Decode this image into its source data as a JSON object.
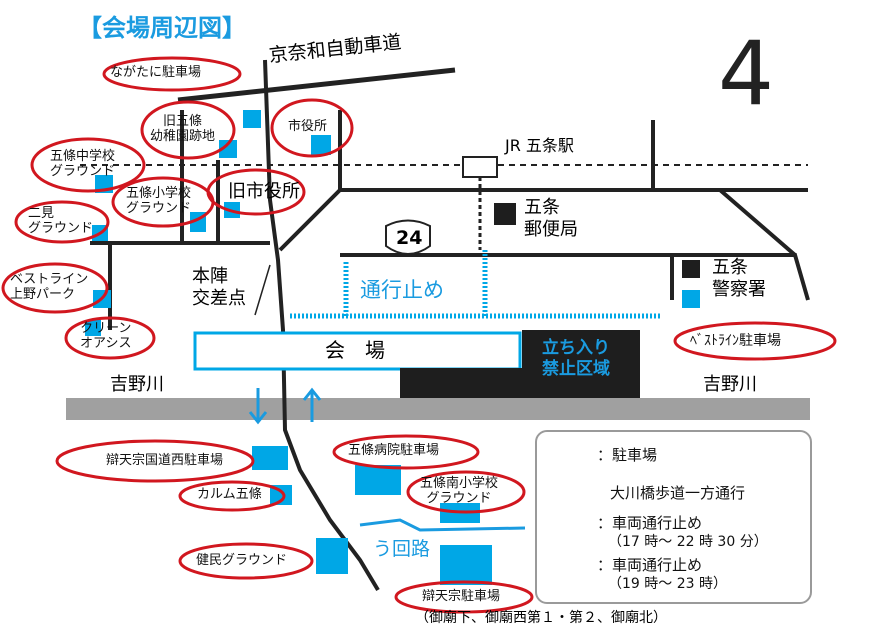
{
  "title": "【会場周辺図】",
  "map_number": "4",
  "colors": {
    "accent_blue": "#1a9be0",
    "parking_blue": "#00a7e6",
    "oval_red": "#d1171f",
    "river_gray": "#a0a0a0",
    "road_black": "#222222",
    "restricted_black": "#1e1e1e"
  },
  "roads": {
    "expressway": "京奈和自動車道",
    "route_number": "24"
  },
  "station": "JR 五条駅",
  "landmarks": {
    "post_office": "五条\n郵便局",
    "police": "五条\n警察署",
    "intersection": "本陣\n交差点",
    "old_city_hall": "旧市役所",
    "venue": "会　場",
    "road_closed": "通行止め",
    "restricted_area": "立ち入り\n禁止区域",
    "river_left": "吉野川",
    "river_right": "吉野川",
    "u_route": "う回路",
    "shrine_note": "（御廟下、御廟西第１・第２、御廟北）"
  },
  "parking_labels": {
    "nagatani": "ながたに駐車場",
    "old_kindergarten": "旧五條\n幼稚園跡地",
    "city_hall": "市役所",
    "gojo_junior_high": "五條中学校\nグラウンド",
    "gojo_elementary": "五條小学校\nグラウンド",
    "nimi_ground": "二見\nグラウンド",
    "best_line_ueno": "ベストライン\n上野パーク",
    "clean_oasis": "クリーン\nオアシス",
    "best_line_parking": "ﾍﾞｽﾄﾗｲﾝ駐車場",
    "benten_west": "辯天宗国道西駐車場",
    "calm_gojo": "カルム五條",
    "hospital": "五條病院駐車場",
    "gojo_south_elementary": "五條南小学校\nグラウンド",
    "kenmin_ground": "健民グラウンド",
    "benten_parking": "辯天宗駐車場"
  },
  "legend": {
    "parking": "：駐車場",
    "one_way": "大川橋歩道一方通行",
    "one_way_symbol": "↓↑：",
    "closure1": "：車両通行止め",
    "closure1_time": "（17 時～ 22 時 30 分）",
    "closure2": "：車両通行止め",
    "closure2_time": "（19 時～ 23 時）"
  }
}
